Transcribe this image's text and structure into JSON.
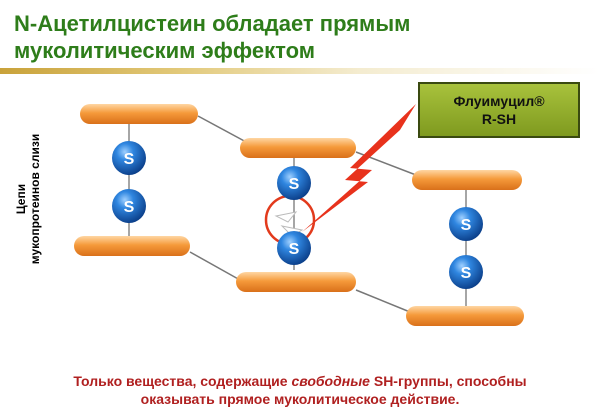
{
  "title": {
    "line1": "N-Ацетилцистеин обладает прямым",
    "line2": "муколитическим эффектом"
  },
  "axis_label": {
    "line1": "Цепи",
    "line2": "мукопротеинов слизи"
  },
  "callout": {
    "line1": "Флуимуцил®",
    "line2": "R-SH"
  },
  "sulfur_label": "S",
  "footer": {
    "part1": "Только вещества, содержащие ",
    "emphasis": "свободные",
    "part2": " SH-группы, способны",
    "line2": "оказывать прямое муколитическое действие."
  },
  "colors": {
    "title": "#2e7d1a",
    "chain": "#f08a24",
    "sulfur": "#1565c0",
    "bolt": "#e8321c",
    "callout_bg": "#8fac2a",
    "footer": "#b02020"
  }
}
